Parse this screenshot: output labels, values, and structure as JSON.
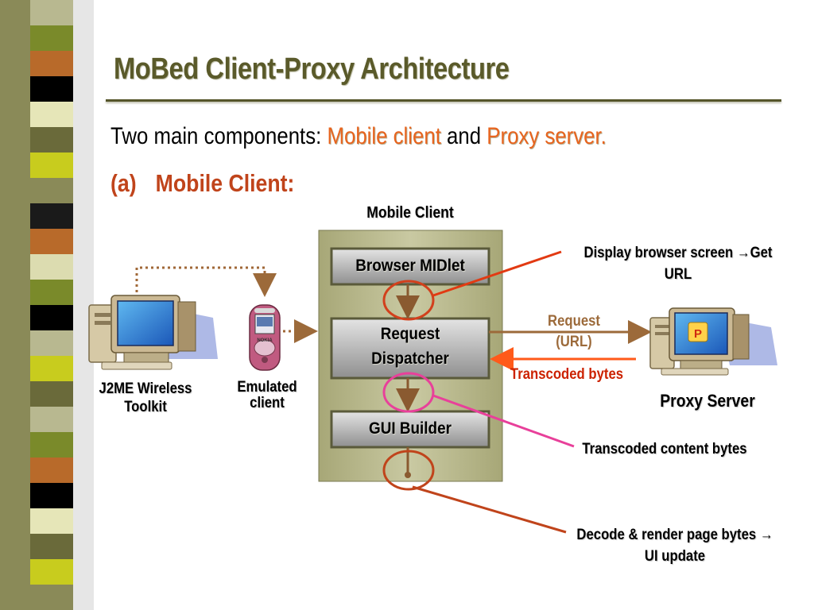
{
  "slide": {
    "title": "MoBed Client-Proxy Architecture",
    "intro_prefix": "Two main components: ",
    "intro_mobile": "Mobile client",
    "intro_and": " and ",
    "intro_proxy": "Proxy server.",
    "subheading_marker": "(a)",
    "subheading_text": "Mobile Client:"
  },
  "diagram": {
    "mobile_client_heading": "Mobile Client",
    "components": {
      "browser_midlet": "Browser MIDlet",
      "request_dispatcher_line1": "Request",
      "request_dispatcher_line2": "Dispatcher",
      "gui_builder": "GUI Builder"
    },
    "j2me_label_line1": "J2ME Wireless",
    "j2me_label_line2": "Toolkit",
    "emulated_label_line1": "Emulated",
    "emulated_label_line2": "client",
    "phone_brand": "NOKIA",
    "proxy_badge": "P",
    "proxy_server_label": "Proxy Server",
    "request_label_line1": "Request",
    "request_label_line2": "(URL)",
    "transcoded_bytes": "Transcoded bytes",
    "annotation_display_line1": "Display browser screen →Get",
    "annotation_display_line2": "URL",
    "annotation_transcoded_content": "Transcoded content bytes",
    "annotation_decode_line1": "Decode & render page bytes →",
    "annotation_decode_line2": "UI update"
  },
  "colors": {
    "title": "#5a5a2a",
    "accent_orange": "#e8641e",
    "subheading_red": "#c0441b",
    "transcoded_red": "#cc2200",
    "request_brown": "#9c6a3a",
    "panel_olive": "#b9b98d",
    "pink_line": "#e8409a"
  }
}
